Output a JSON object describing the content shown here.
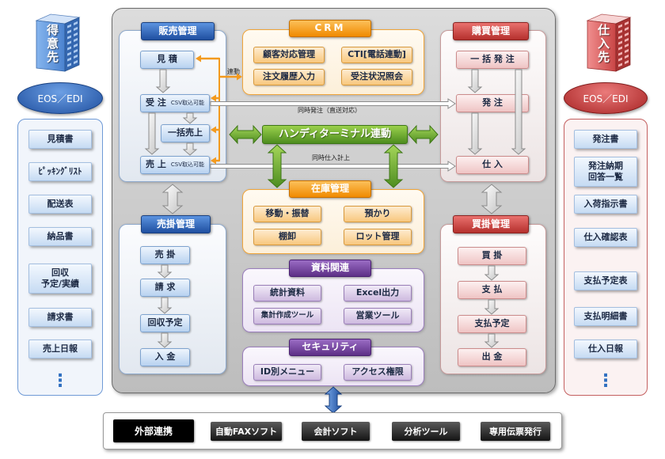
{
  "customer": {
    "label": "得意先",
    "eos": "EOS／EDI",
    "documents": [
      "見積書",
      "ﾋﾟｯｷﾝｸﾞﾘｽﾄ",
      "配送表",
      "納品書",
      "回収\n予定/実績",
      "請求書",
      "売上日報"
    ],
    "more": "⋮"
  },
  "supplier": {
    "label": "仕入先",
    "eos": "EOS／EDI",
    "documents": [
      "発注書",
      "発注納期\n回答一覧",
      "入荷指示書",
      "仕入確認表",
      "支払予定表",
      "支払明細書",
      "仕入日報"
    ],
    "more": "⋮"
  },
  "sales": {
    "title": "販売管理",
    "estimate": "見 積",
    "order": "受 注",
    "order_note": "CSV取込可能",
    "bulk_sales": "一括売上",
    "sales": "売 上",
    "sales_note": "CSV取込可能"
  },
  "receivables": {
    "title": "売掛管理",
    "items": [
      "売 掛",
      "請 求",
      "回収予定",
      "入 金"
    ]
  },
  "purchasing": {
    "title": "購買管理",
    "bulk_order": "一 括 発 注",
    "order": "発 注",
    "purchase": "仕 入"
  },
  "payables": {
    "title": "買掛管理",
    "items": [
      "買 掛",
      "支 払",
      "支払予定",
      "出 金"
    ]
  },
  "crm": {
    "title": "CRM",
    "items": [
      "顧客対応管理",
      "CTI[電話連動]",
      "注文履歴入力",
      "受注状況照会"
    ]
  },
  "handy": {
    "label": "ハンディターミナル連動"
  },
  "inventory": {
    "title": "在庫管理",
    "items": [
      "移動・振替",
      "預かり",
      "棚卸",
      "ロット管理"
    ]
  },
  "reports": {
    "title": "資料関連",
    "items": [
      "統計資料",
      "Excel出力",
      "集計作成ツール",
      "営業ツール"
    ]
  },
  "security": {
    "title": "セキュリティ",
    "items": [
      "ID別メニュー",
      "アクセス権限"
    ]
  },
  "links": {
    "crm_link": "連動",
    "simultaneous_order": "同時発注（直送対応）",
    "simultaneous_purchase": "同時仕入計上"
  },
  "external": {
    "title": "外部連携",
    "items": [
      "自動FAXソフト",
      "会計ソフト",
      "分析ツール",
      "専用伝票発行"
    ]
  },
  "icons": {
    "customer": "building-icon",
    "supplier": "building-icon"
  },
  "colors": {
    "sales": "#1f4fa0",
    "purchasing": "#b5302d",
    "crm": "#f08a00",
    "reports": "#5d2f86",
    "handy": "#4d8c1f"
  }
}
